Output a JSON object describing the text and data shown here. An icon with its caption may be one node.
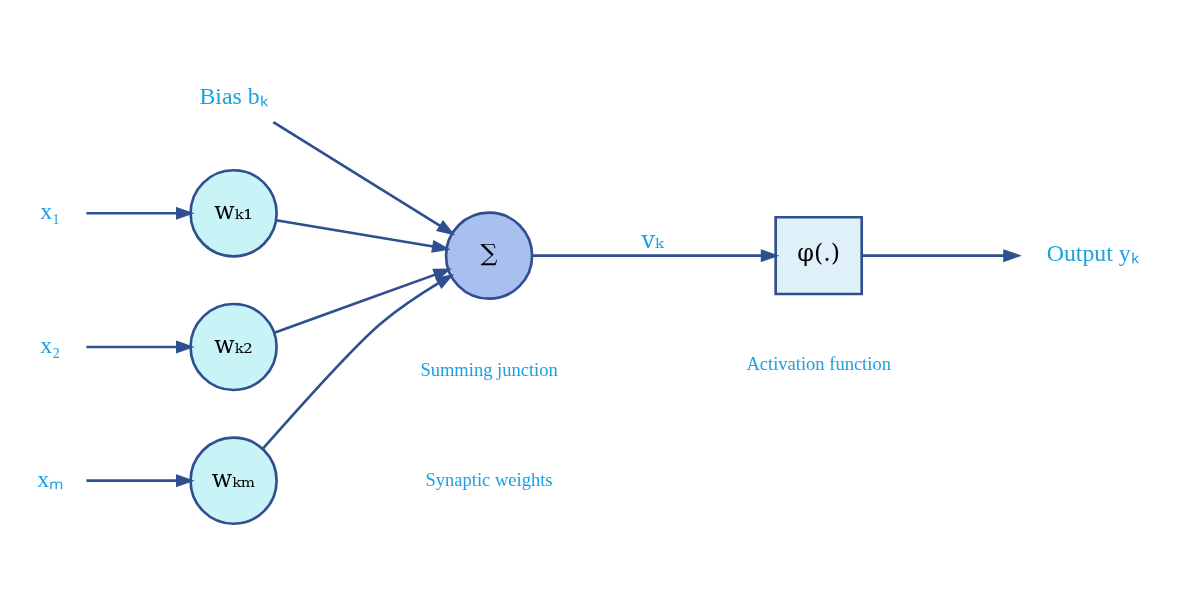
{
  "diagram": {
    "nodes": [
      {
        "text": [
          "x₁"
        ]
      },
      {
        "text": [
          "x₂"
        ]
      },
      {
        "text": [
          "xₘ"
        ]
      },
      {
        "text": [
          "wₖ₁"
        ]
      },
      {
        "text": [
          "wₖ₂"
        ]
      },
      {
        "text": [
          "wₖₘ"
        ]
      },
      {
        "text": [
          "∑"
        ],
        "beside": [
          "Summing junction"
        ]
      },
      {
        "text": [
          "Bias bₖ"
        ]
      },
      {
        "text": [
          "φ(.)"
        ],
        "beside": [
          "Activation function"
        ]
      },
      {
        "text": [
          "Output yₖ"
        ]
      }
    ],
    "edges": [
      {
        "from": 0,
        "to": 3,
        "arrow": "to"
      },
      {
        "from": 1,
        "to": 4,
        "arrow": "to"
      },
      {
        "from": 2,
        "to": 5,
        "arrow": "to"
      },
      {
        "from": 3,
        "to": 6,
        "arrow": "to"
      },
      {
        "from": 4,
        "to": 6,
        "arrow": "to"
      },
      {
        "from": 5,
        "to": 6,
        "arrow": "to"
      },
      {
        "from": 7,
        "to": 6,
        "arrow": "to"
      },
      {
        "from": 6,
        "to": 8,
        "label": "vₖ",
        "arrow": "to"
      },
      {
        "from": 8,
        "to": 9,
        "arrow": "to"
      }
    ],
    "labels": [
      "Synaptic weights"
    ]
  }
}
